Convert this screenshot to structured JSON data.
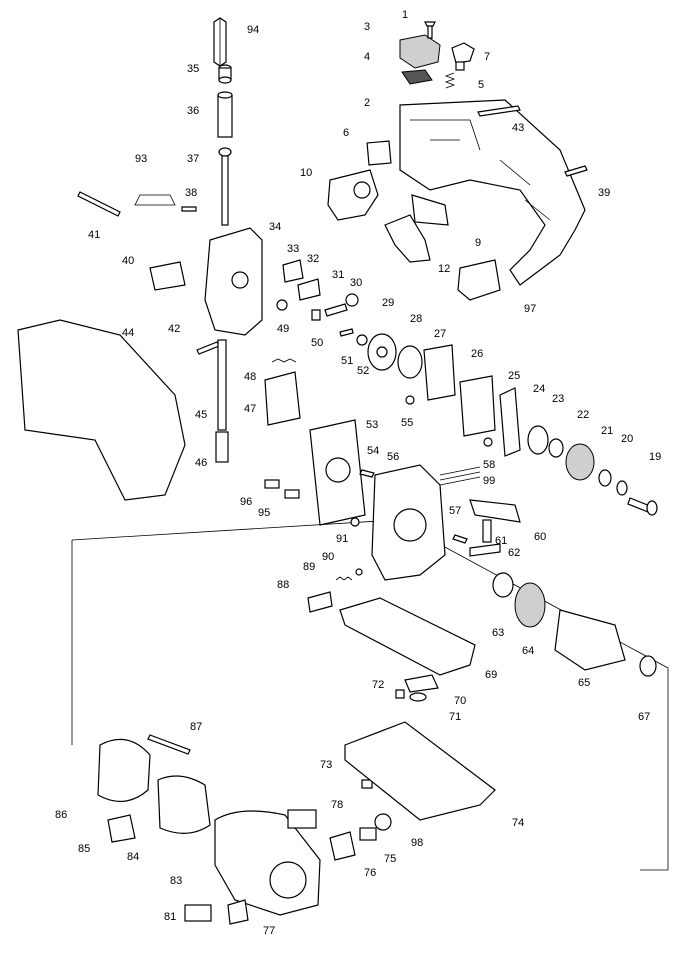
{
  "diagram": {
    "callouts": [
      "1",
      "2",
      "3",
      "4",
      "5",
      "6",
      "7",
      "10",
      "19",
      "20",
      "21",
      "22",
      "23",
      "24",
      "25",
      "26",
      "27",
      "28",
      "29",
      "30",
      "31",
      "32",
      "33",
      "34",
      "35",
      "36",
      "37",
      "38",
      "39",
      "40",
      "41",
      "42",
      "43",
      "44",
      "45",
      "46",
      "47",
      "48",
      "49",
      "50",
      "51",
      "52",
      "53",
      "54",
      "55",
      "56",
      "57",
      "58",
      "60",
      "61",
      "62",
      "63",
      "64",
      "65",
      "67",
      "69",
      "70",
      "71",
      "72",
      "73",
      "74",
      "75",
      "76",
      "77",
      "78",
      "81",
      "83",
      "84",
      "85",
      "86",
      "87",
      "88",
      "89",
      "90",
      "91",
      "93",
      "94",
      "95",
      "96",
      "97",
      "98",
      "99",
      "9",
      "12"
    ]
  },
  "colors": {
    "ink": "#000000",
    "shade": "#cfcfcf",
    "paper": "#ffffff"
  }
}
